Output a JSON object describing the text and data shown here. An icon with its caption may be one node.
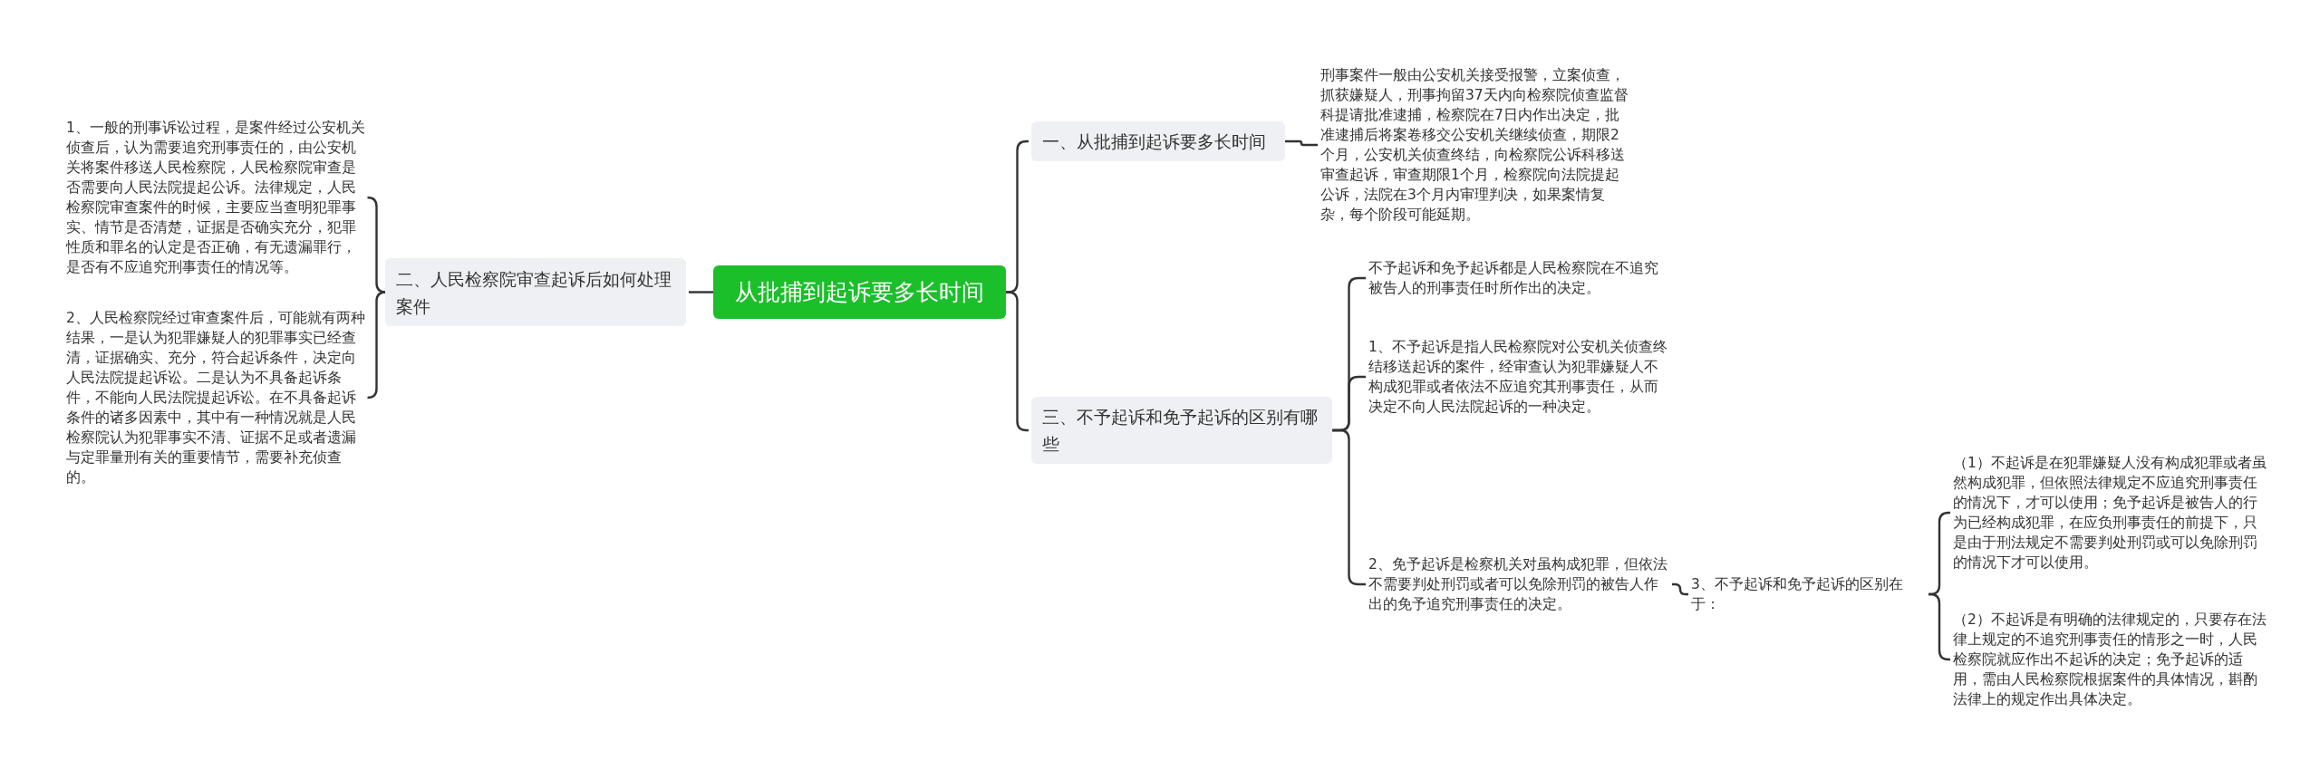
{
  "diagram": {
    "nodes": [
      {
        "text": [
          "从批捕到起诉要多长时间"
        ]
      },
      {
        "text": [
          "一、从批捕到起诉要多长时间"
        ]
      },
      {
        "text": [
          "刑事案件一般由公安机关接受报警，立案侦查，抓获嫌疑人，刑事拘留37天内向检察院侦查监督科提请批准逮捕，检察院在7日内作出决定，批准逮捕后将案卷移交公安机关继续侦查，期限2个月，公安机关侦查终结，向检察院公诉科移送审查起诉，审查期限1个月，检察院向法院提起公诉，法院在3个月内审理判决，如果案情复杂，每个阶段可能延期。"
        ]
      },
      {
        "text": [
          "三、不予起诉和免予起诉的区别有哪些"
        ]
      },
      {
        "text": [
          "不予起诉和免予起诉都是人民检察院在不追究被告人的刑事责任时所作出的决定。"
        ]
      },
      {
        "text": [
          "1、不予起诉是指人民检察院对公安机关侦查终结移送起诉的案件，经审查认为犯罪嫌疑人不构成犯罪或者依法不应追究其刑事责任，从而决定不向人民法院起诉的一种决定。"
        ]
      },
      {
        "text": [
          "2、免予起诉是检察机关对虽构成犯罪，但依法不需要判处刑罚或者可以免除刑罚的被告人作出的免予追究刑事责任的决定。"
        ]
      },
      {
        "text": [
          "3、不予起诉和免予起诉的区别在于："
        ]
      },
      {
        "text": [
          "（1）不起诉是在犯罪嫌疑人没有构成犯罪或者虽然构成犯罪，但依照法律规定不应追究刑事责任的情况下，才可以使用；免予起诉是被告人的行为已经构成犯罪，在应负刑事责任的前提下，只是由于刑法规定不需要判处刑罚或可以免除刑罚的情况下才可以使用。"
        ]
      },
      {
        "text": [
          "（2）不起诉是有明确的法律规定的，只要存在法律上规定的不追究刑事责任的情形之一时，人民检察院就应作出不起诉的决定；免予起诉的适用，需由人民检察院根据案件的具体情况，斟酌法律上的规定作出具体决定。"
        ]
      },
      {
        "text": [
          "二、人民检察院审查起诉后如何处理案件"
        ]
      },
      {
        "text": [
          "1、一般的刑事诉讼过程，是案件经过公安机关侦查后，认为需要追究刑事责任的，由公安机关将案件移送人民检察院，人民检察院审查是否需要向人民法院提起公诉。法律规定，人民检察院审查案件的时候，主要应当查明犯罪事实、情节是否清楚，证据是否确实充分，犯罪性质和罪名的认定是否正确，有无遗漏罪行，是否有不应追究刑事责任的情况等。"
        ]
      },
      {
        "text": [
          "2、人民检察院经过审查案件后，可能就有两种结果，一是认为犯罪嫌疑人的犯罪事实已经查清，证据确实、充分，符合起诉条件，决定向人民法院提起诉讼。二是认为不具备起诉条件，不能向人民法院提起诉讼。在不具备起诉条件的诸多因素中，其中有一种情况就是人民检察院认为犯罪事实不清、证据不足或者遗漏与定罪量刑有关的重要情节，需要补充侦查的。"
        ]
      }
    ],
    "edges": [
      {
        "from": 0,
        "to": 1,
        "arrow": "none"
      },
      {
        "from": 0,
        "to": 3,
        "arrow": "none"
      },
      {
        "from": 0,
        "to": 10,
        "arrow": "none"
      },
      {
        "from": 1,
        "to": 2,
        "arrow": "none"
      },
      {
        "from": 3,
        "to": 4,
        "arrow": "none"
      },
      {
        "from": 3,
        "to": 5,
        "arrow": "none"
      },
      {
        "from": 3,
        "to": 6,
        "arrow": "none"
      },
      {
        "from": 6,
        "to": 7,
        "arrow": "none"
      },
      {
        "from": 7,
        "to": 8,
        "arrow": "none"
      },
      {
        "from": 7,
        "to": 9,
        "arrow": "none"
      },
      {
        "from": 10,
        "to": 11,
        "arrow": "none"
      },
      {
        "from": 10,
        "to": 12,
        "arrow": "none"
      }
    ]
  }
}
